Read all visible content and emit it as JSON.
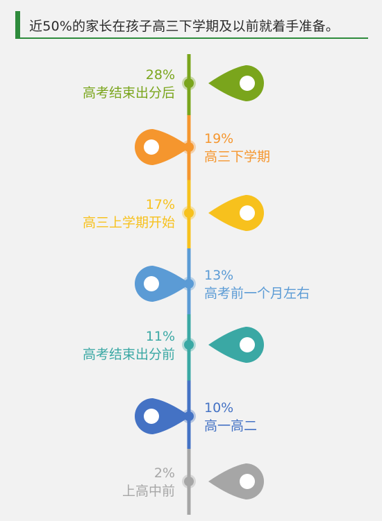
{
  "header": {
    "title": "近50%的家长在孩子高三下学期及以前就着手准备。",
    "accent_color": "#2e8b3c"
  },
  "chart_data": {
    "type": "timeline",
    "title": "近50%的家长在孩子高三下学期及以前就着手准备。",
    "categories": [
      "高考结束出分后",
      "高三下学期",
      "高三上学期开始",
      "高考前一个月左右",
      "高考结束出分前",
      "高一高二",
      "上高中前"
    ],
    "values": [
      28,
      19,
      17,
      13,
      11,
      10,
      2
    ],
    "value_labels": [
      "28%",
      "19%",
      "17%",
      "13%",
      "11%",
      "10%",
      "2%"
    ],
    "unit": "%",
    "label_side": [
      "left",
      "right",
      "left",
      "right",
      "left",
      "right",
      "left"
    ],
    "colors": [
      "#7aa51c",
      "#f5962e",
      "#f7c11d",
      "#5b9bd5",
      "#3aa8a4",
      "#4472c4",
      "#a6a6a6"
    ],
    "icon": "map-pin-icon"
  }
}
